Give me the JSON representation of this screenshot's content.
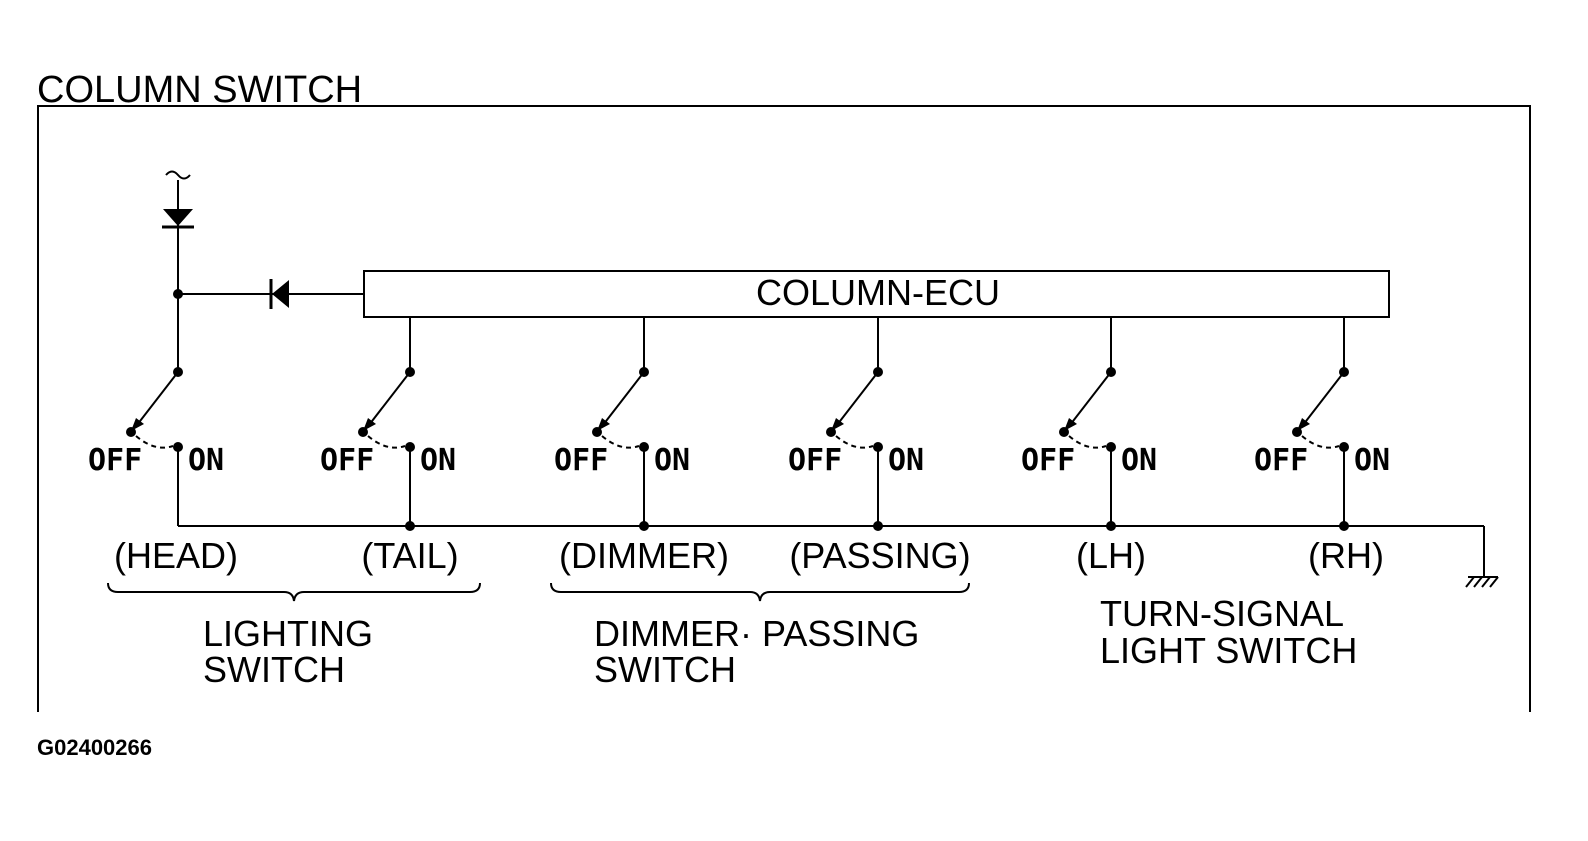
{
  "title": "COLUMN SWITCH",
  "ecu": {
    "label": "COLUMN-ECU"
  },
  "switches": [
    {
      "off": "OFF",
      "on": "ON",
      "label": "(HEAD)"
    },
    {
      "off": "OFF",
      "on": "ON",
      "label": "(TAIL)"
    },
    {
      "off": "OFF",
      "on": "ON",
      "label": "(DIMMER)"
    },
    {
      "off": "OFF",
      "on": "ON",
      "label": "(PASSING)"
    },
    {
      "off": "OFF",
      "on": "ON",
      "label": "(LH)"
    },
    {
      "off": "OFF",
      "on": "ON",
      "label": "(RH)"
    }
  ],
  "groups": {
    "lighting": [
      "LIGHTING",
      "SWITCH"
    ],
    "dimmer_passing": [
      "DIMMER· PASSING",
      "SWITCH"
    ],
    "turn_signal": [
      "TURN-SIGNAL",
      "LIGHT SWITCH"
    ]
  },
  "figure_code": "G02400266"
}
